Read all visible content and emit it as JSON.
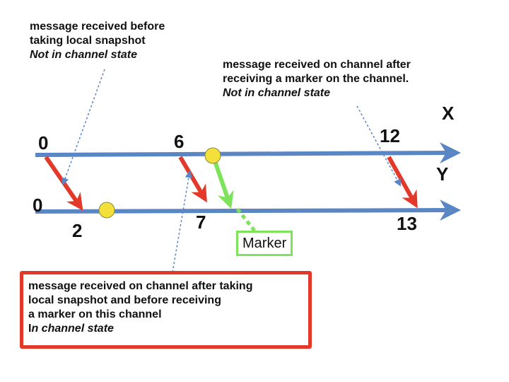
{
  "annotations": {
    "top_left": {
      "line1": "message received before",
      "line2": "taking local snapshot",
      "line3": "Not in channel state"
    },
    "top_right": {
      "line1": "message received on channel after",
      "line2": "receiving a marker on the channel.",
      "line3": "Not in channel state"
    },
    "bottom_box": {
      "line1": "message received on channel after taking",
      "line2": "local snapshot and before receiving",
      "line3": "a marker on this channel",
      "line4_prefix": "I",
      "line4_rest": "n channel state"
    }
  },
  "processes": {
    "x_label": "X",
    "y_label": "Y"
  },
  "timestamps": {
    "x_0": "0",
    "x_6": "6",
    "x_12": "12",
    "y_0": "0",
    "y_2": "2",
    "y_7": "7",
    "y_13": "13"
  },
  "marker_label": "Marker",
  "colors": {
    "timeline": "#5b86c4",
    "message_arrow": "#e2392a",
    "marker_arrow": "#7ee35a",
    "snapshot_dot": "#f3e03a",
    "box_border": "#e2392a",
    "dotted_pointer": "#5b86c4"
  }
}
